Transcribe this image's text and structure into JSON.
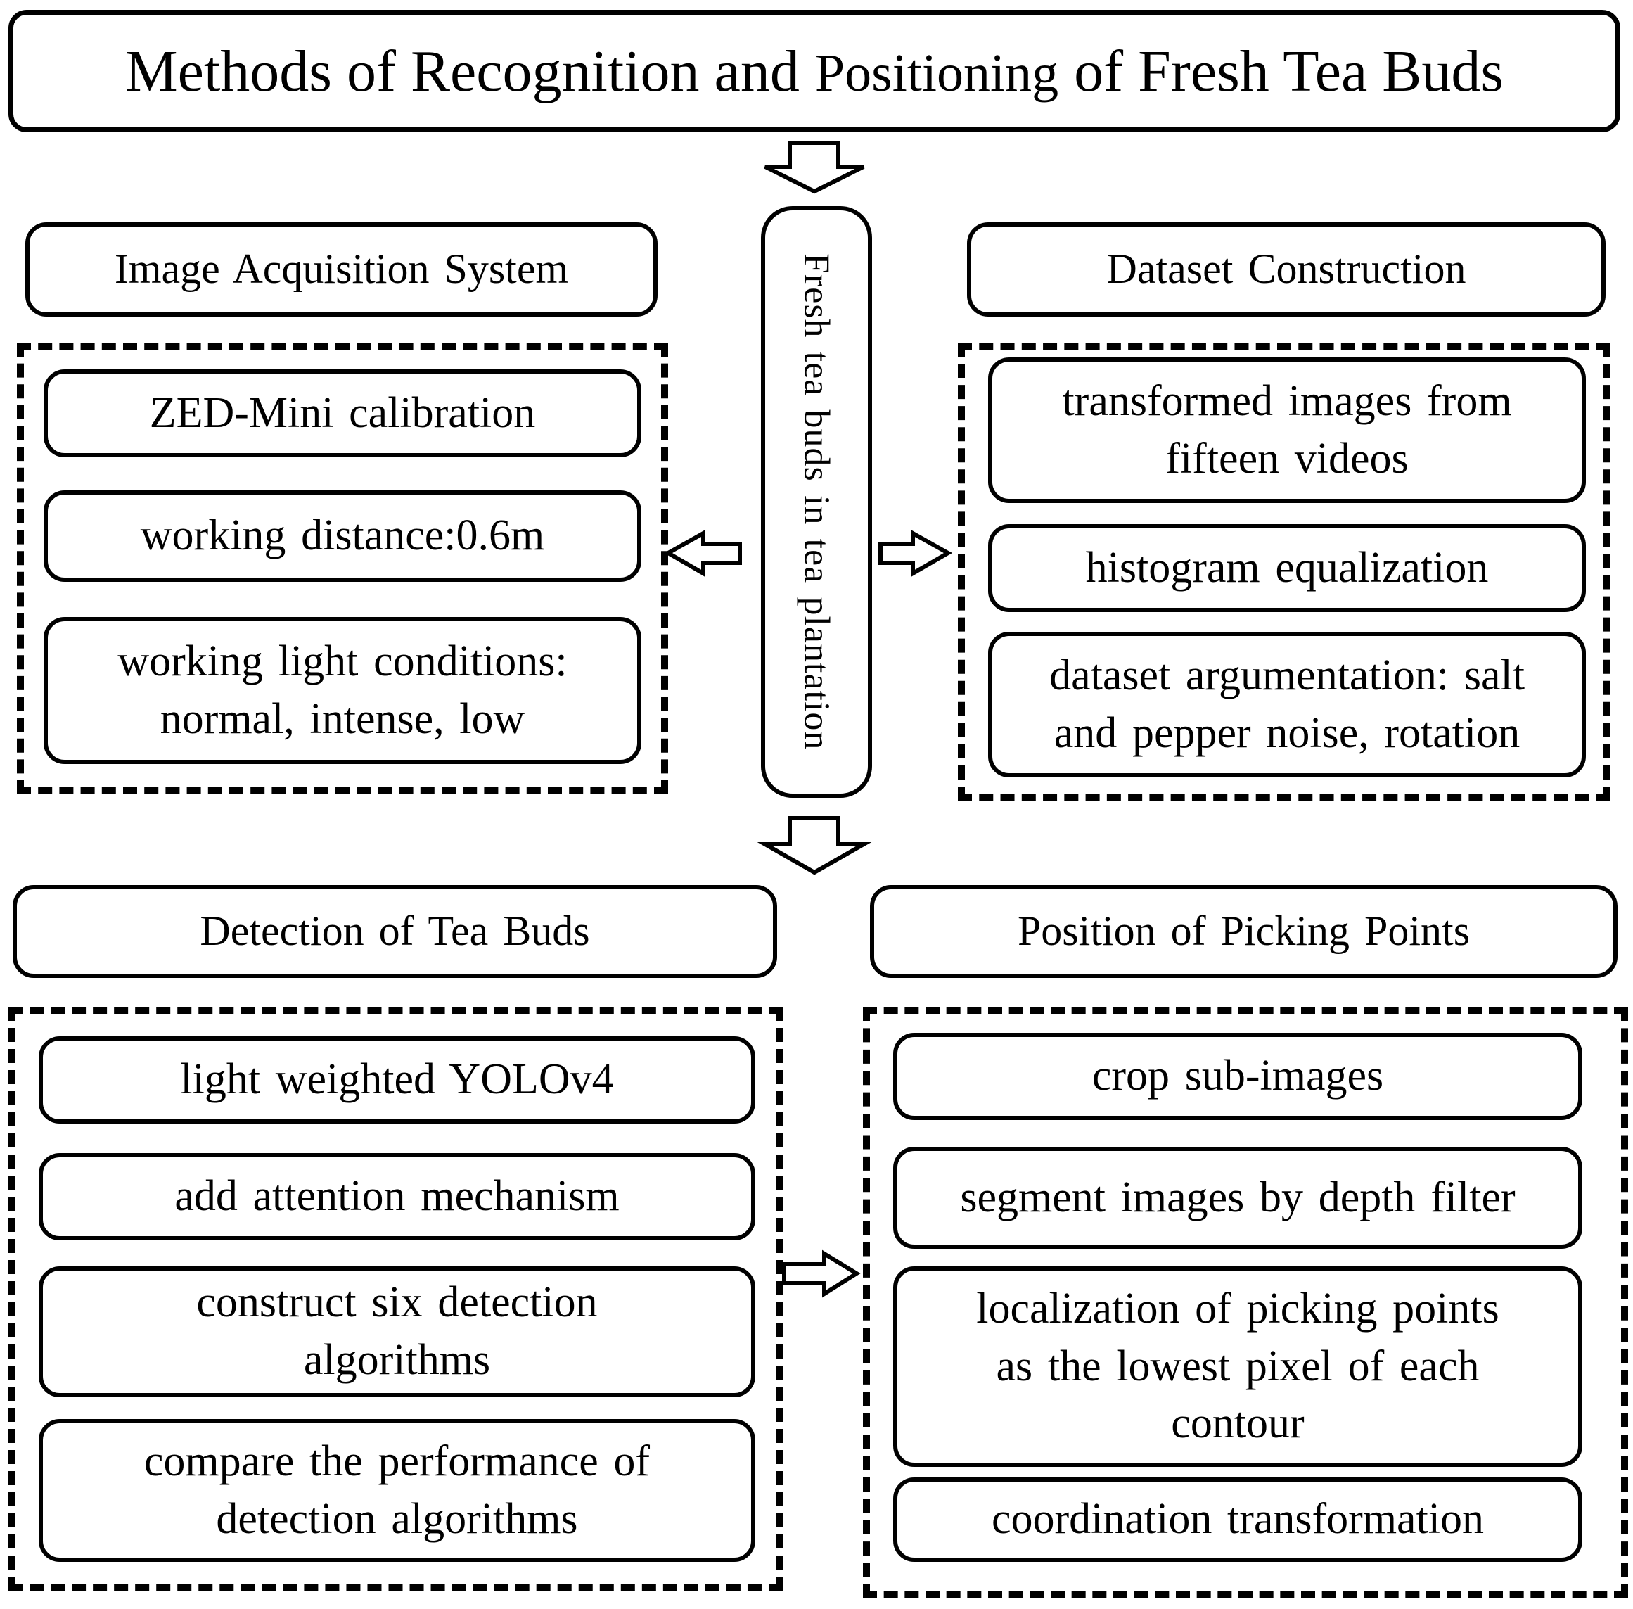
{
  "title": {
    "part_main_1": "Methods of Recognition and",
    "part_light": "Positioning",
    "part_main_2": "of Fresh Tea Buds"
  },
  "center_flow": {
    "label": "Fresh tea buds in tea plantation"
  },
  "sections": {
    "image_acquisition": {
      "header": "Image Acquisition System",
      "items": [
        "ZED-Mini calibration",
        "working distance:0.6m",
        "working light conditions:\nnormal, intense, low"
      ]
    },
    "dataset_construction": {
      "header": "Dataset Construction",
      "items": [
        "transformed images from\nfifteen videos",
        "histogram equalization",
        "dataset argumentation: salt\nand pepper noise, rotation"
      ]
    },
    "detection": {
      "header": "Detection of Tea Buds",
      "items": [
        "light weighted YOLOv4",
        "add attention mechanism",
        "construct six detection\nalgorithms",
        "compare the performance of\ndetection algorithms"
      ]
    },
    "picking_points": {
      "header": "Position of Picking Points",
      "items": [
        "crop sub-images",
        "segment images by depth filter",
        "localization of picking points\nas the lowest pixel of each\ncontour",
        "coordination transformation"
      ]
    }
  },
  "icons": {
    "arrow_down_title": "block-arrow-down",
    "arrow_left_center": "block-arrow-left",
    "arrow_right_center": "block-arrow-right",
    "arrow_down_center": "block-arrow-down",
    "arrow_right_bottom": "block-arrow-right"
  },
  "colors": {
    "line": "#000000",
    "background": "#ffffff",
    "text": "#000000"
  }
}
